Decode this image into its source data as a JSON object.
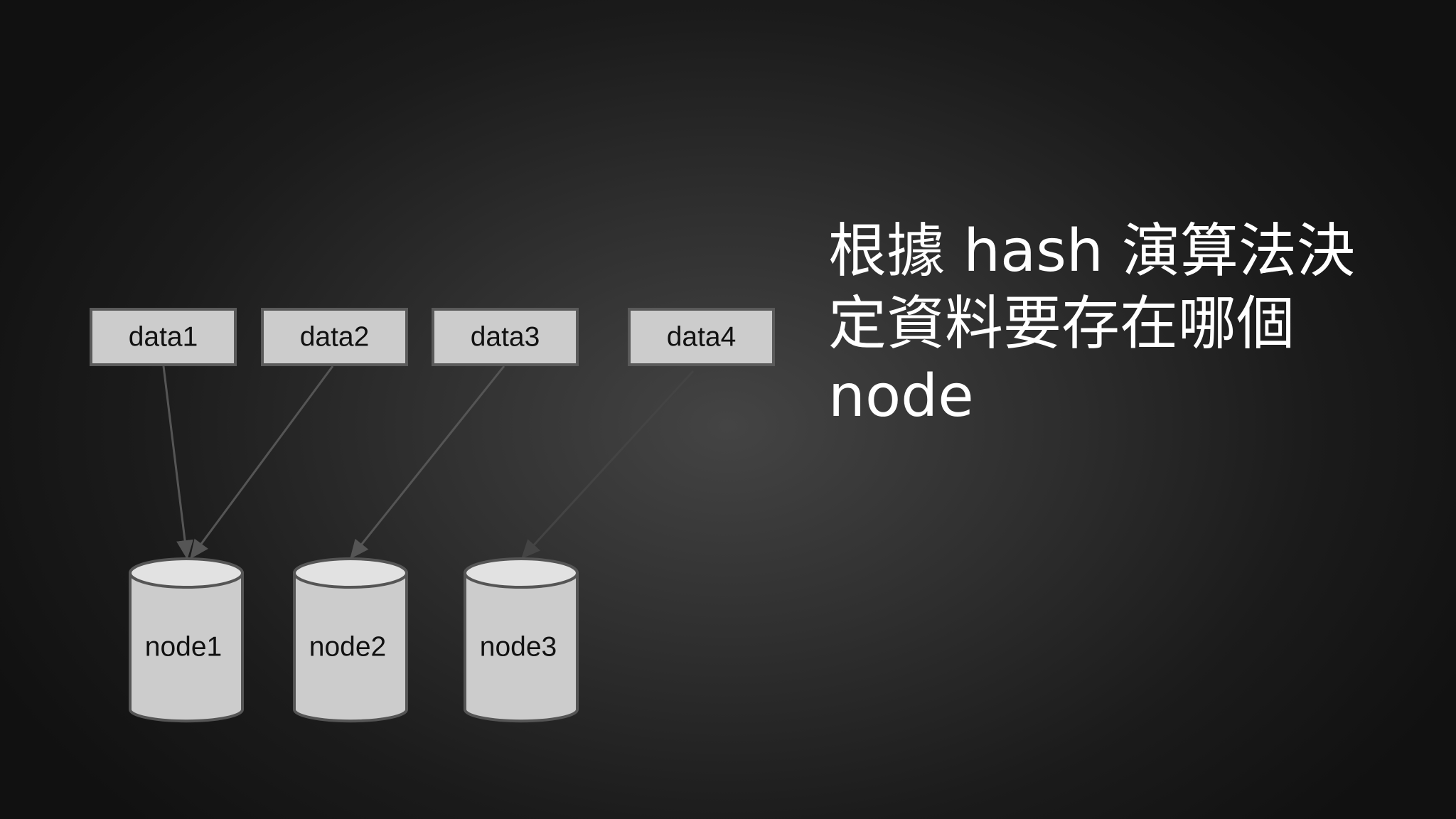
{
  "diagram": {
    "data_items": [
      {
        "id": "data1",
        "label": "data1",
        "target": "node1"
      },
      {
        "id": "data2",
        "label": "data2",
        "target": "node1"
      },
      {
        "id": "data3",
        "label": "data3",
        "target": "node2"
      },
      {
        "id": "data4",
        "label": "data4",
        "target": "node3"
      }
    ],
    "nodes": [
      {
        "id": "node1",
        "label": "node1"
      },
      {
        "id": "node2",
        "label": "node2"
      },
      {
        "id": "node3",
        "label": "node3"
      }
    ]
  },
  "caption": {
    "lines": [
      "根據 hash 演算法決",
      "定資料要存在哪個",
      "node"
    ]
  }
}
